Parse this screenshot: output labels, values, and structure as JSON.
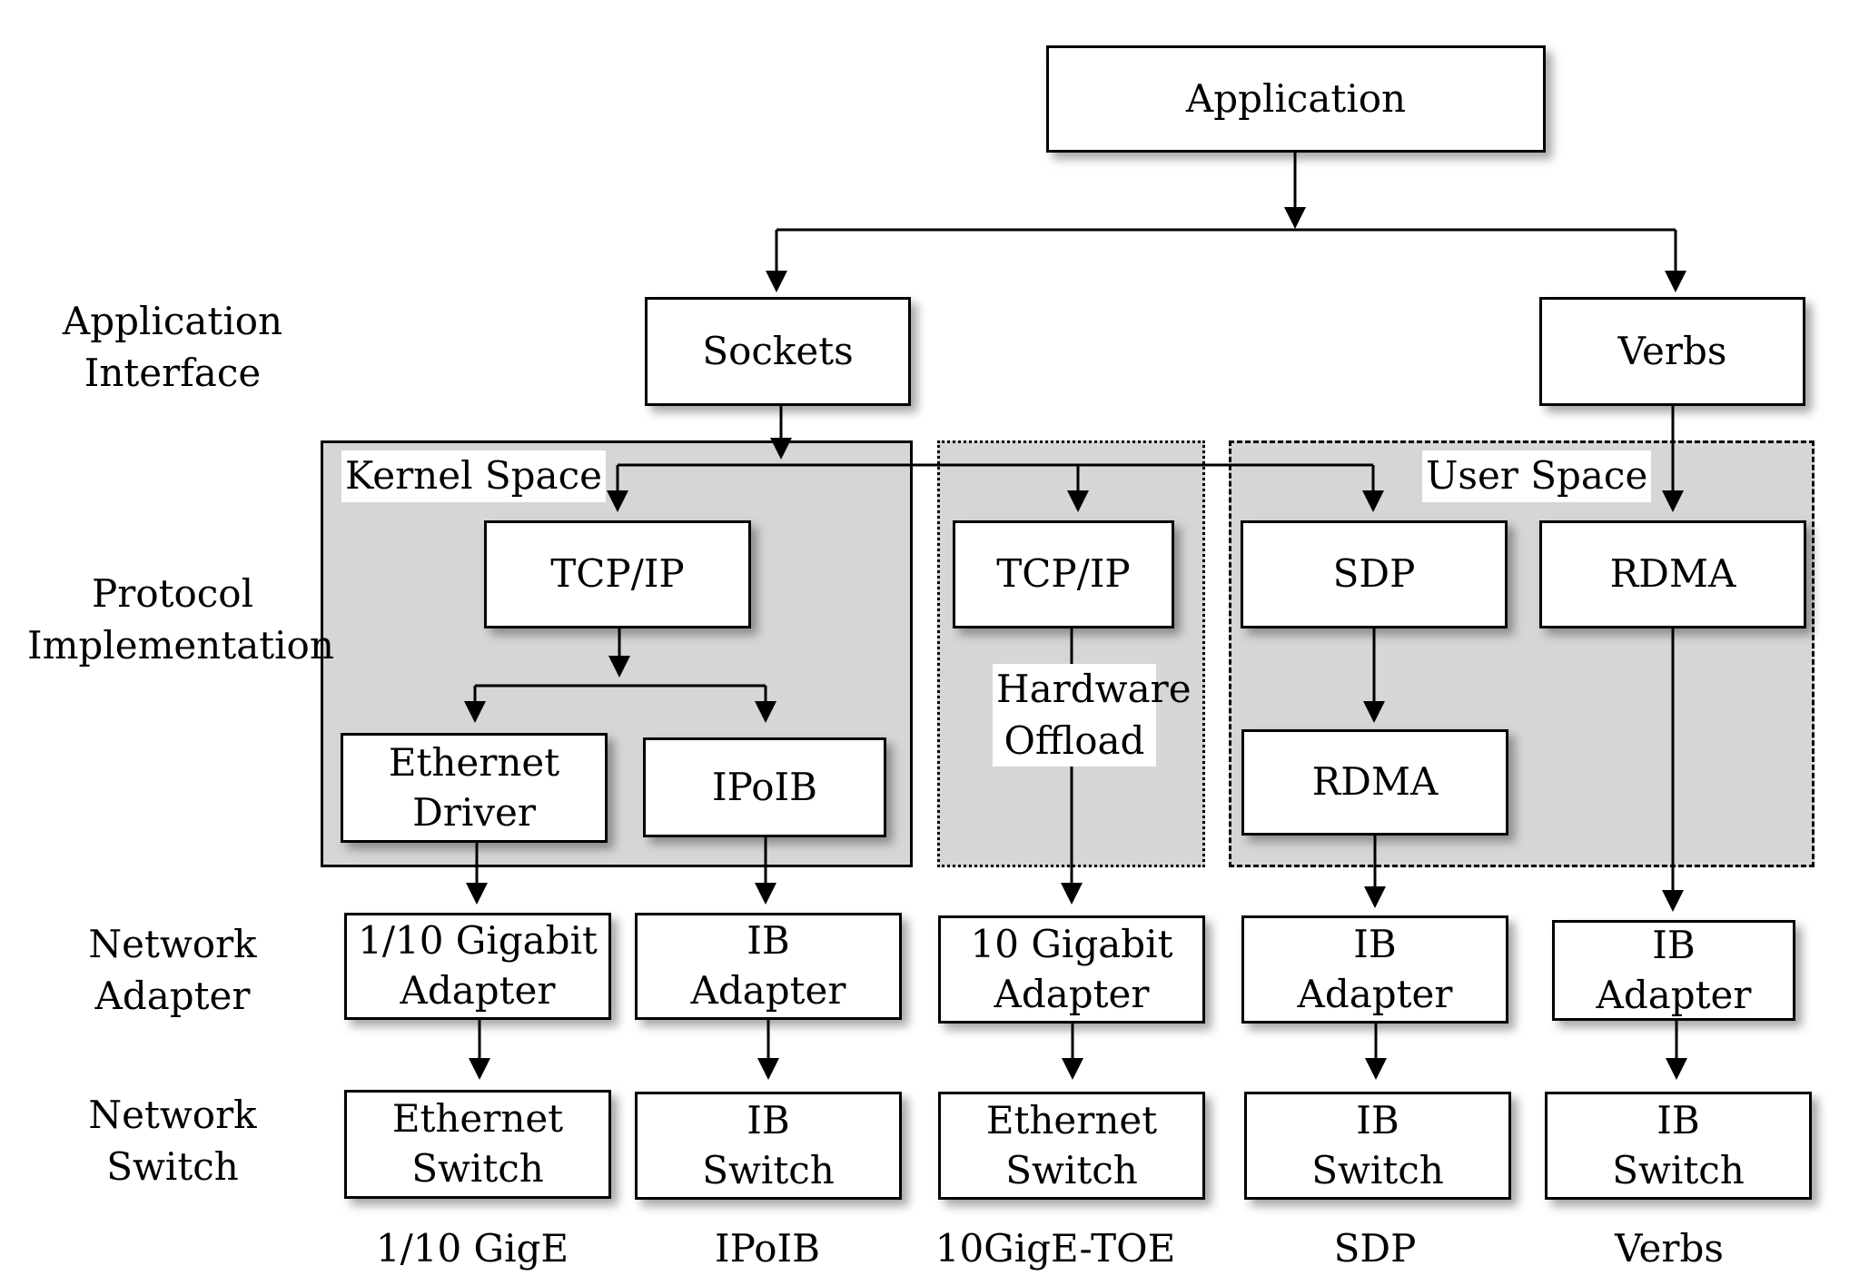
{
  "top": {
    "application": "Application"
  },
  "row_labels": {
    "application_interface": "Application\nInterface",
    "protocol_implementation": "Protocol\nImplementation",
    "network_adapter": "Network\nAdapter",
    "network_switch": "Network\nSwitch"
  },
  "interfaces": {
    "sockets": "Sockets",
    "verbs": "Verbs"
  },
  "regions": {
    "kernel_space": "Kernel Space",
    "user_space": "User Space"
  },
  "protocols": {
    "tcpip_kernel": "TCP/IP",
    "ethernet_driver": "Ethernet\nDriver",
    "ipoib": "IPoIB",
    "tcpip_toe": "TCP/IP",
    "hardware_offload": "Hardware\nOffload",
    "sdp": "SDP",
    "rdma_sdp": "RDMA",
    "rdma_verbs": "RDMA"
  },
  "adapters": [
    "1/10 Gigabit\nAdapter",
    "IB\nAdapter",
    "10 Gigabit\nAdapter",
    "IB\nAdapter",
    "IB\nAdapter"
  ],
  "switches": [
    "Ethernet\nSwitch",
    "IB\nSwitch",
    "Ethernet\nSwitch",
    "IB\nSwitch",
    "IB\nSwitch"
  ],
  "bottom_labels": [
    "1/10 GigE",
    "IPoIB",
    "10GigE-TOE",
    "SDP",
    "Verbs"
  ]
}
